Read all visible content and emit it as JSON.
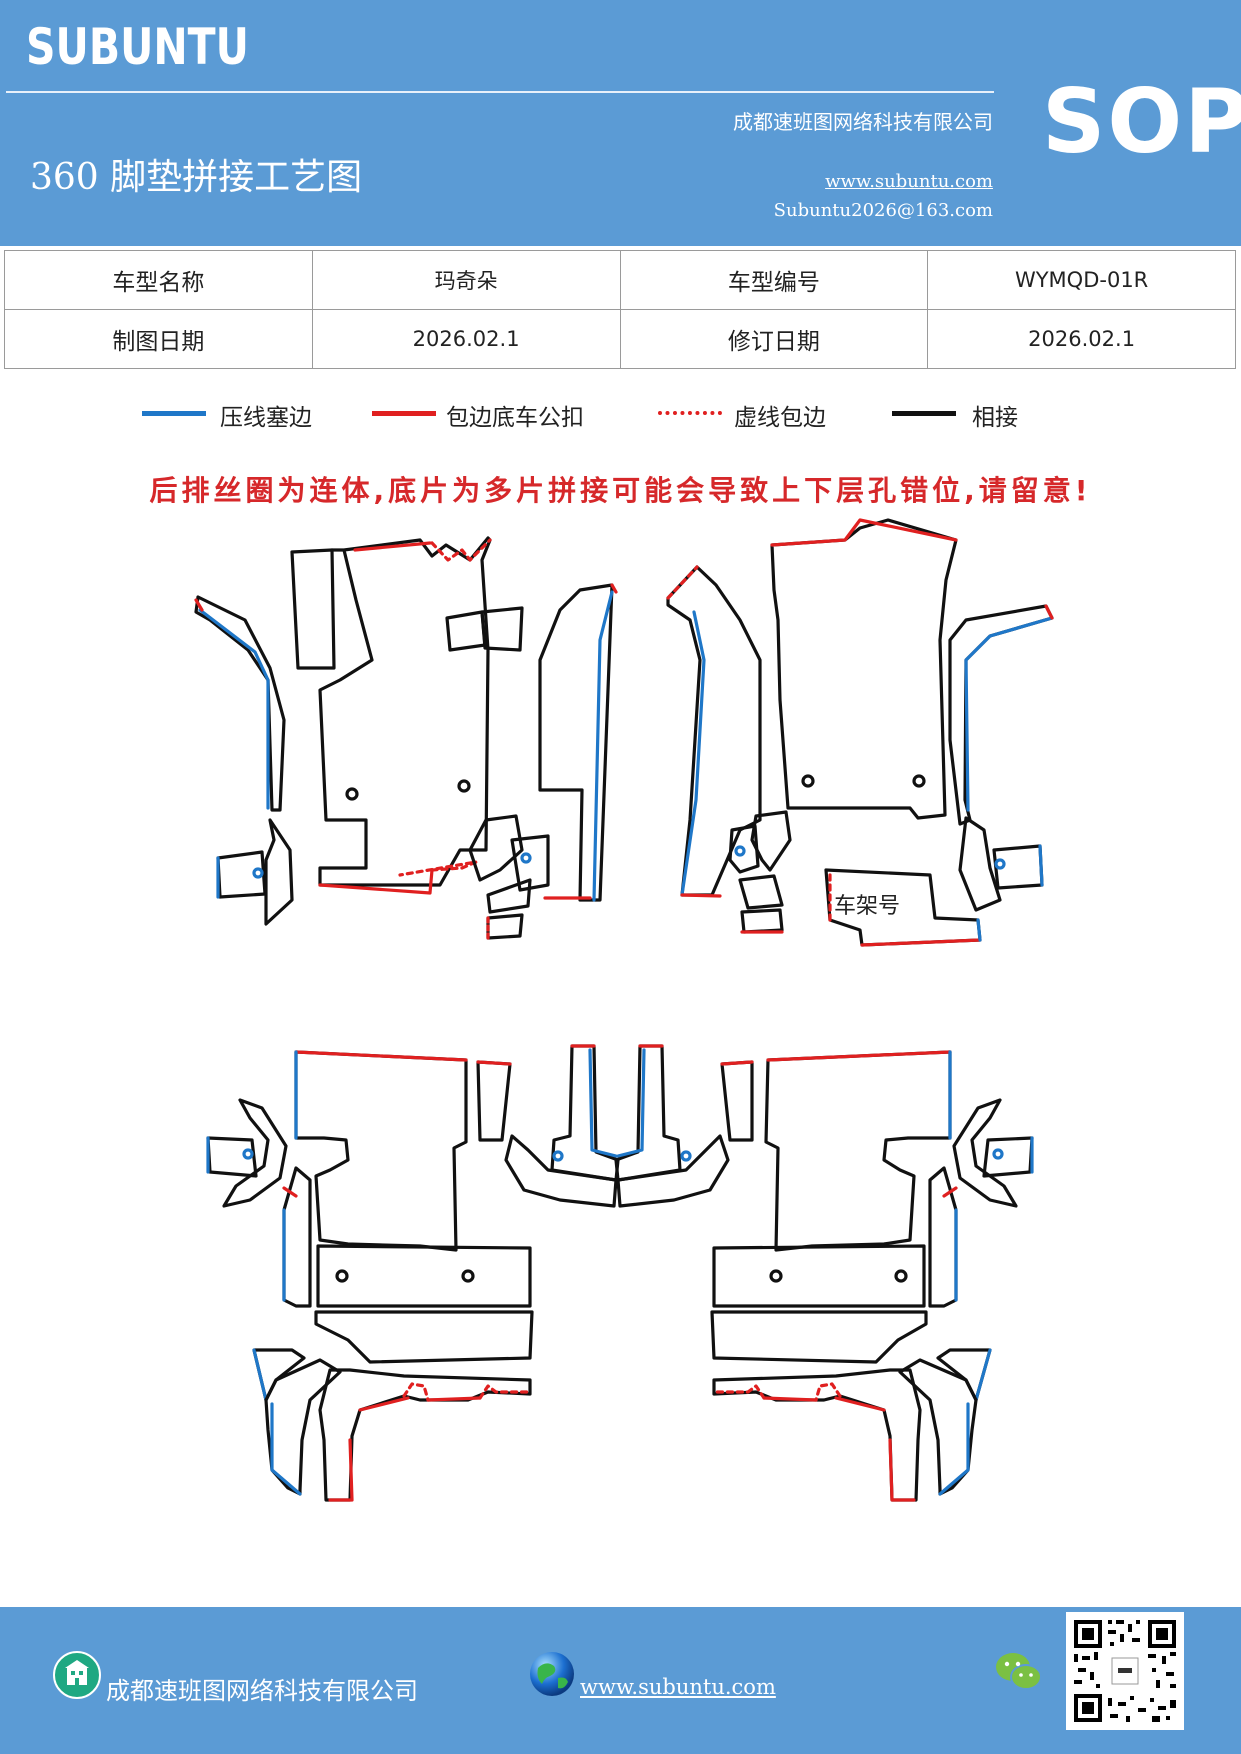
{
  "header": {
    "brand": "SUBUNTU",
    "company": "成都速班图网络科技有限公司",
    "doc_title": "360 脚垫拼接工艺图",
    "website": "www.subuntu.com",
    "email": "Subuntu2026@163.com",
    "sop": "SOP"
  },
  "info_table": {
    "row1": [
      "车型名称",
      "玛奇朵",
      "车型编号",
      "WYMQD-01R"
    ],
    "row2": [
      "制图日期",
      "2026.02.1",
      "修订日期",
      "2026.02.1"
    ]
  },
  "legend": [
    {
      "label": "压线塞边",
      "color": "#1f77c8",
      "style": "solid"
    },
    {
      "label": "包边底车公扣",
      "color": "#e02020",
      "style": "solid"
    },
    {
      "label": "虚线包边",
      "color": "#e02020",
      "style": "dotted"
    },
    {
      "label": "相接",
      "color": "#111111",
      "style": "solid"
    }
  ],
  "warning": "后排丝圈为连体,底片为多片拼接可能会导致上下层孔错位,请留意!",
  "drawing": {
    "frame_label": "车架号",
    "colors": {
      "blue": "#1f77c8",
      "red": "#e02020",
      "black": "#111111"
    }
  },
  "footer": {
    "company": "成都速班图网络科技有限公司",
    "website": "www.subuntu.com",
    "building_icon": "building-icon",
    "globe_icon": "globe-icon",
    "wechat_icon": "wechat-icon",
    "qr_code": "qr-code"
  }
}
